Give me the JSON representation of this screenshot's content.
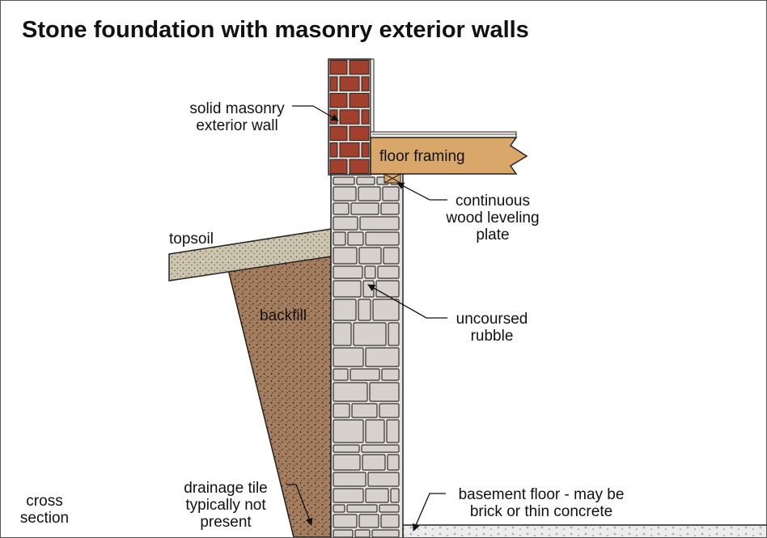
{
  "title": "Stone foundation with masonry exterior walls",
  "labels": {
    "solid_masonry": "solid masonry\nexterior wall",
    "floor_framing": "floor framing",
    "leveling_plate": "continuous\nwood leveling\nplate",
    "topsoil": "topsoil",
    "backfill": "backfill",
    "rubble": "uncoursed\nrubble",
    "drainage": "drainage tile\ntypically not\npresent",
    "basement_floor": "basement floor - may be\nbrick or thin concrete",
    "cross_section": "cross\nsection"
  },
  "colors": {
    "brick": "#a0402d",
    "mortar": "#e8e2da",
    "stone": "#d6d1cc",
    "wood": "#d9a76a",
    "topsoil": "#cdc4ae",
    "backfill": "#a47d5f",
    "concrete": "#ececec",
    "outline": "#222222"
  }
}
